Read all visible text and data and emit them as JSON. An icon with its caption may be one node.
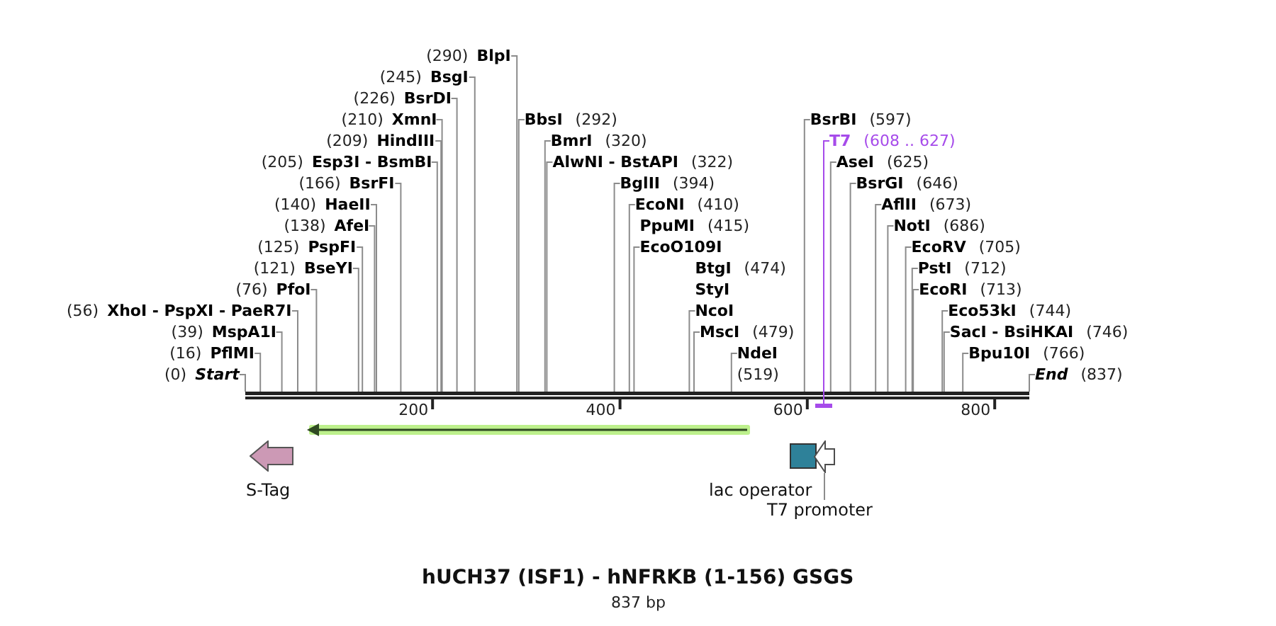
{
  "diagram": {
    "title": "hUCH37 (ISF1) - hNFRKB (1-156) GSGS",
    "nodes": [
      {
        "text": [
          "Start"
        ],
        "beside": [
          "(0)"
        ]
      },
      {
        "text": [
          "PflMI"
        ],
        "beside": [
          "(16)"
        ]
      },
      {
        "text": [
          "MspA1I"
        ],
        "beside": [
          "(39)"
        ]
      },
      {
        "text": [
          "XhoI - PspXI - PaeR7I"
        ],
        "beside": [
          "(56)"
        ]
      },
      {
        "text": [
          "PfoI"
        ],
        "beside": [
          "(76)"
        ]
      },
      {
        "text": [
          "BseYI"
        ],
        "beside": [
          "(121)"
        ]
      },
      {
        "text": [
          "PspFI"
        ],
        "beside": [
          "(125)"
        ]
      },
      {
        "text": [
          "AfeI"
        ],
        "beside": [
          "(138)"
        ]
      },
      {
        "text": [
          "HaeII"
        ],
        "beside": [
          "(140)"
        ]
      },
      {
        "text": [
          "BsrFI"
        ],
        "beside": [
          "(166)"
        ]
      },
      {
        "text": [
          "Esp3I - BsmBI"
        ],
        "beside": [
          "(205)"
        ]
      },
      {
        "text": [
          "HindIII"
        ],
        "beside": [
          "(209)"
        ]
      },
      {
        "text": [
          "XmnI"
        ],
        "beside": [
          "(210)"
        ]
      },
      {
        "text": [
          "BsrDI"
        ],
        "beside": [
          "(226)"
        ]
      },
      {
        "text": [
          "BsgI"
        ],
        "beside": [
          "(245)"
        ]
      },
      {
        "text": [
          "BlpI"
        ],
        "beside": [
          "(290)"
        ]
      },
      {
        "text": [
          "BbsI"
        ],
        "beside": [
          "(292)"
        ]
      },
      {
        "text": [
          "BmrI"
        ],
        "beside": [
          "(320)"
        ]
      },
      {
        "text": [
          "AlwNI - BstAPI"
        ],
        "beside": [
          "(322)"
        ]
      },
      {
        "text": [
          "BglII"
        ],
        "beside": [
          "(394)"
        ]
      },
      {
        "text": [
          "EcoNI"
        ],
        "beside": [
          "(410)"
        ]
      },
      {
        "text": [
          "PpuMI",
          "EcoO109I"
        ],
        "beside": [
          "(415)"
        ]
      },
      {
        "text": [
          "BtgI",
          "StyI",
          "NcoI"
        ],
        "beside": [
          "(474)"
        ]
      },
      {
        "text": [
          "MscI"
        ],
        "beside": [
          "(479)"
        ]
      },
      {
        "text": [
          "NdeI"
        ],
        "beside": [
          "(519)"
        ]
      },
      {
        "text": [
          "BsrBI"
        ],
        "beside": [
          "(597)"
        ]
      },
      {
        "text": [
          "T7"
        ],
        "beside": [
          "(608 .. 627)"
        ]
      },
      {
        "text": [
          "AseI"
        ],
        "beside": [
          "(625)"
        ]
      },
      {
        "text": [
          "BsrGI"
        ],
        "beside": [
          "(646)"
        ]
      },
      {
        "text": [
          "AflII"
        ],
        "beside": [
          "(673)"
        ]
      },
      {
        "text": [
          "NotI"
        ],
        "beside": [
          "(686)"
        ]
      },
      {
        "text": [
          "EcoRV"
        ],
        "beside": [
          "(705)"
        ]
      },
      {
        "text": [
          "PstI"
        ],
        "beside": [
          "(712)"
        ]
      },
      {
        "text": [
          "EcoRI"
        ],
        "beside": [
          "(713)"
        ]
      },
      {
        "text": [
          "Eco53kI"
        ],
        "beside": [
          "(744)"
        ]
      },
      {
        "text": [
          "SacI - BsiHKAI"
        ],
        "beside": [
          "(746)"
        ]
      },
      {
        "text": [
          "Bpu10I"
        ],
        "beside": [
          "(766)"
        ]
      },
      {
        "text": [
          "End"
        ],
        "beside": [
          "(837)"
        ]
      },
      {
        "text": [],
        "shape": "bar"
      },
      {
        "text": [],
        "shape": "bar"
      },
      {
        "text": [],
        "shape": "arrow"
      },
      {
        "text": [
          "S-Tag"
        ]
      },
      {
        "text": [
          "lac operator"
        ]
      },
      {
        "text": [],
        "shape": "arrow"
      },
      {
        "text": [
          "T7 promoter"
        ]
      }
    ],
    "edges": [
      {
        "from": 0,
        "to": 38,
        "arrow": "none"
      },
      {
        "from": 1,
        "to": 38,
        "arrow": "none"
      },
      {
        "from": 2,
        "to": 38,
        "arrow": "none"
      },
      {
        "from": 3,
        "to": 38,
        "arrow": "none"
      },
      {
        "from": 4,
        "to": 38,
        "arrow": "none"
      },
      {
        "from": 5,
        "to": 38,
        "arrow": "none"
      },
      {
        "from": 6,
        "to": 38,
        "arrow": "none"
      },
      {
        "from": 7,
        "to": 38,
        "arrow": "none"
      },
      {
        "from": 8,
        "to": 38,
        "arrow": "none"
      },
      {
        "from": 9,
        "to": 38,
        "arrow": "none"
      },
      {
        "from": 10,
        "to": 38,
        "arrow": "none"
      },
      {
        "from": 11,
        "to": 38,
        "arrow": "none"
      },
      {
        "from": 12,
        "to": 38,
        "arrow": "none"
      },
      {
        "from": 13,
        "to": 38,
        "arrow": "none"
      },
      {
        "from": 14,
        "to": 38,
        "arrow": "none"
      },
      {
        "from": 15,
        "to": 38,
        "arrow": "none"
      },
      {
        "from": 16,
        "to": 38,
        "arrow": "none"
      },
      {
        "from": 17,
        "to": 38,
        "arrow": "none"
      },
      {
        "from": 18,
        "to": 38,
        "arrow": "none"
      },
      {
        "from": 19,
        "to": 38,
        "arrow": "none"
      },
      {
        "from": 20,
        "to": 38,
        "arrow": "none"
      },
      {
        "from": 21,
        "to": 38,
        "arrow": "none"
      },
      {
        "from": 22,
        "to": 38,
        "arrow": "none"
      },
      {
        "from": 23,
        "to": 38,
        "arrow": "none"
      },
      {
        "from": 24,
        "to": 38,
        "arrow": "none"
      },
      {
        "from": 25,
        "to": 38,
        "arrow": "none"
      },
      {
        "from": 26,
        "to": 39,
        "arrow": "none",
        "color": "#a64bea"
      },
      {
        "from": 27,
        "to": 38,
        "arrow": "none"
      },
      {
        "from": 28,
        "to": 38,
        "arrow": "none"
      },
      {
        "from": 29,
        "to": 38,
        "arrow": "none"
      },
      {
        "from": 30,
        "to": 38,
        "arrow": "none"
      },
      {
        "from": 31,
        "to": 38,
        "arrow": "none"
      },
      {
        "from": 32,
        "to": 38,
        "arrow": "none"
      },
      {
        "from": 33,
        "to": 38,
        "arrow": "none"
      },
      {
        "from": 34,
        "to": 38,
        "arrow": "none"
      },
      {
        "from": 35,
        "to": 38,
        "arrow": "none"
      },
      {
        "from": 36,
        "to": 38,
        "arrow": "none"
      },
      {
        "from": 37,
        "to": 38,
        "arrow": "none"
      },
      {
        "from": 44,
        "to": 43,
        "arrow": "none"
      }
    ],
    "labels": [
      "200",
      "400",
      "600",
      "800",
      "837 bp"
    ]
  }
}
